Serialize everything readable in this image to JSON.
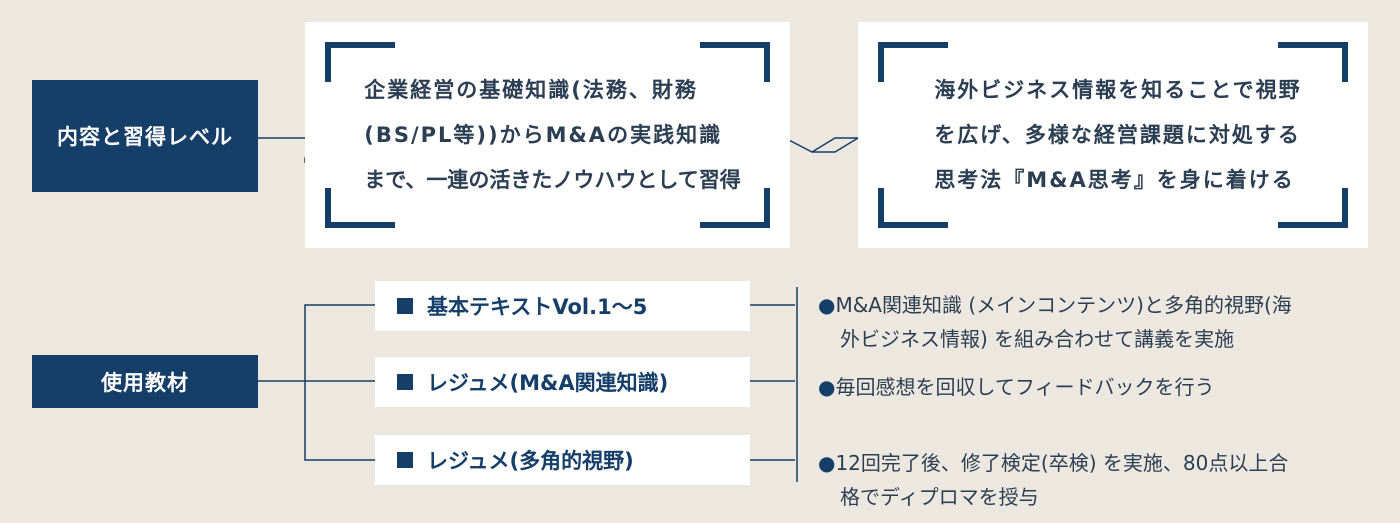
{
  "content_label": "内容と習得レベル",
  "materials_label": "使用教材",
  "cards": [
    {
      "lines": [
        "企業経営の基礎知識(法務、財務",
        "(BS/PL等))からM&Aの実践知識",
        "まで、一連の活きたノウハウとして習得"
      ]
    },
    {
      "lines": [
        "海外ビジネス情報を知ることで視野",
        "を広げ、多様な経営課題に対処する",
        "思考法『M&A思考』を身に着ける"
      ]
    }
  ],
  "materials": [
    "基本テキストVol.1〜5",
    "レジュメ(M&A関連知識)",
    "レジュメ(多角的視野)"
  ],
  "bullets": [
    {
      "line1": "M&A関連知識 (メインコンテンツ)と多角的視野(海",
      "line2": "外ビジネス情報) を組み合わせて講義を実施"
    },
    {
      "line1": "毎回感想を回収してフィードバックを行う",
      "line2": ""
    },
    {
      "line1": "12回完了後、修了検定(卒検) を実施、80点以上合",
      "line2": "格でディプロマを授与"
    }
  ],
  "bullet_symbol": "●",
  "colors": {
    "navy": "#153e69",
    "background": "#ece8df",
    "card": "#ffffff"
  }
}
